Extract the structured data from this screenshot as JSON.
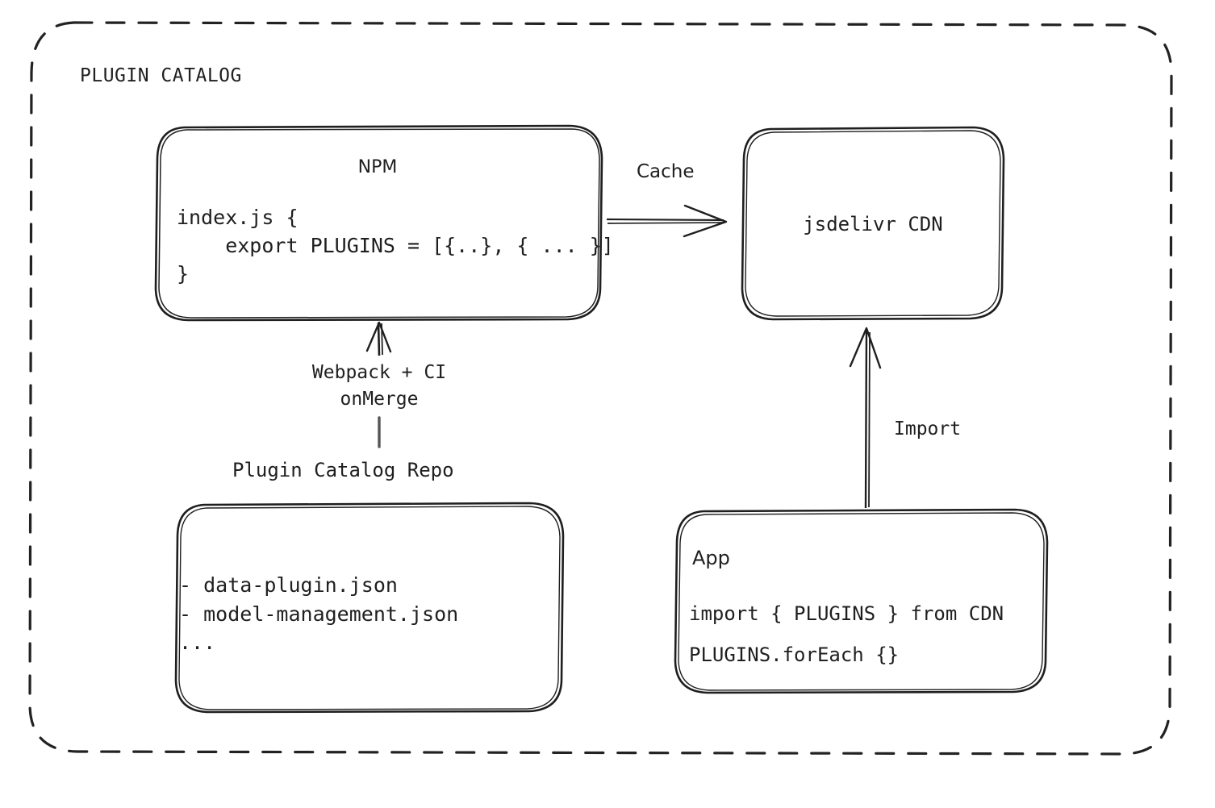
{
  "diagram": {
    "title": "PLUGIN CATALOG",
    "background": "#ffffff",
    "stroke_color": "#1f1f1f",
    "style": "hand-drawn"
  },
  "nodes": {
    "npm": {
      "title": "NPM",
      "code_lines": [
        "index.js {",
        "    export PLUGINS = [{..}, { ... }]",
        "}"
      ],
      "code_block": "index.js {\n    export PLUGINS = [{..}, { ... }]\n}"
    },
    "cdn": {
      "title": "jsdelivr CDN"
    },
    "repo": {
      "caption": "Plugin Catalog Repo",
      "files": [
        "- data-plugin.json",
        "- model-management.json",
        "..."
      ],
      "files_block": "- data-plugin.json\n- model-management.json\n..."
    },
    "app": {
      "title": "App",
      "code_lines": [
        "import { PLUGINS } from CDN",
        "PLUGINS.forEach {}"
      ],
      "code_block": "import { PLUGINS } from CDN\nPLUGINS.forEach {}"
    }
  },
  "edges": {
    "npm_to_cdn": {
      "label": "Cache",
      "from": "npm",
      "to": "cdn",
      "direction": "right"
    },
    "repo_to_npm": {
      "label": "Webpack + CI\nonMerge",
      "label_line1": "Webpack + CI",
      "label_line2": "onMerge",
      "from": "repo",
      "to": "npm",
      "direction": "up"
    },
    "app_to_cdn": {
      "label": "Import",
      "from": "app",
      "to": "cdn",
      "direction": "up"
    }
  }
}
